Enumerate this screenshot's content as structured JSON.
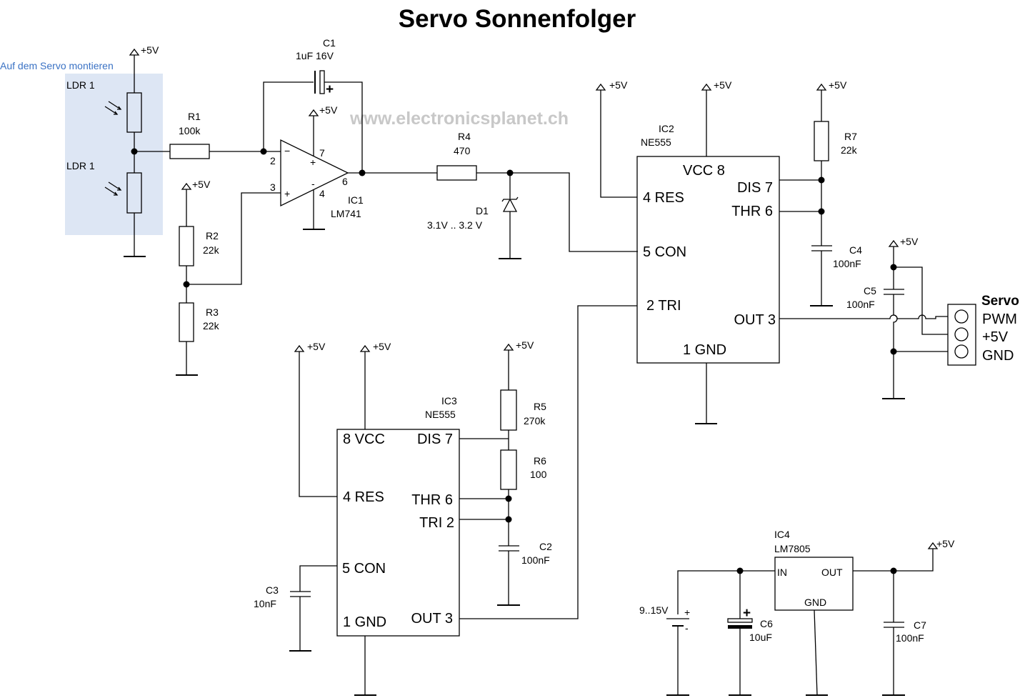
{
  "title": "Servo Sonnenfolger",
  "watermark": "www.electronicsplanet.ch",
  "ldr_note": "Auf dem Servo montieren",
  "supply_label": "+5V",
  "ldr": {
    "top": "LDR 1",
    "bottom": "LDR 1"
  },
  "resistors": {
    "r1": {
      "name": "R1",
      "value": "100k"
    },
    "r2": {
      "name": "R2",
      "value": "22k"
    },
    "r3": {
      "name": "R3",
      "value": "22k"
    },
    "r4": {
      "name": "R4",
      "value": "470"
    },
    "r5": {
      "name": "R5",
      "value": "270k"
    },
    "r6": {
      "name": "R6",
      "value": "100"
    },
    "r7": {
      "name": "R7",
      "value": "22k"
    }
  },
  "capacitors": {
    "c1": {
      "name": "C1",
      "value": "1uF 16V"
    },
    "c2": {
      "name": "C2",
      "value": "100nF"
    },
    "c3": {
      "name": "C3",
      "value": "10nF"
    },
    "c4": {
      "name": "C4",
      "value": "100nF"
    },
    "c5": {
      "name": "C5",
      "value": "100nF"
    },
    "c6": {
      "name": "C6",
      "value": "10uF"
    },
    "c7": {
      "name": "C7",
      "value": "100nF"
    }
  },
  "diode": {
    "name": "D1",
    "value": "3.1V .. 3.2 V"
  },
  "ic1": {
    "name": "IC1",
    "part": "LM741",
    "pins": {
      "p2": "2",
      "p3": "3",
      "p4": "4",
      "p6": "6",
      "p7": "7"
    }
  },
  "ic2": {
    "name": "IC2",
    "part": "NE555",
    "pins": {
      "vcc": "VCC 8",
      "res": "4 RES",
      "dis": "DIS 7",
      "thr": "THR 6",
      "con": "5 CON",
      "tri": "2 TRI",
      "out": "OUT 3",
      "gnd": "1 GND"
    }
  },
  "ic3": {
    "name": "IC3",
    "part": "NE555",
    "pins": {
      "vcc": "8 VCC",
      "dis": "DIS 7",
      "res": "4 RES",
      "thr": "THR 6",
      "tri": "TRI  2",
      "con": "5 CON",
      "out": "OUT 3",
      "gnd": "1 GND"
    }
  },
  "ic4": {
    "name": "IC4",
    "part": "LM7805",
    "pins": {
      "in": "IN",
      "out": "OUT",
      "gnd": "GND"
    }
  },
  "battery": {
    "value": "9..15V"
  },
  "servo": {
    "title": "Servo",
    "pins": [
      "PWM",
      "+5V",
      "GND"
    ]
  }
}
